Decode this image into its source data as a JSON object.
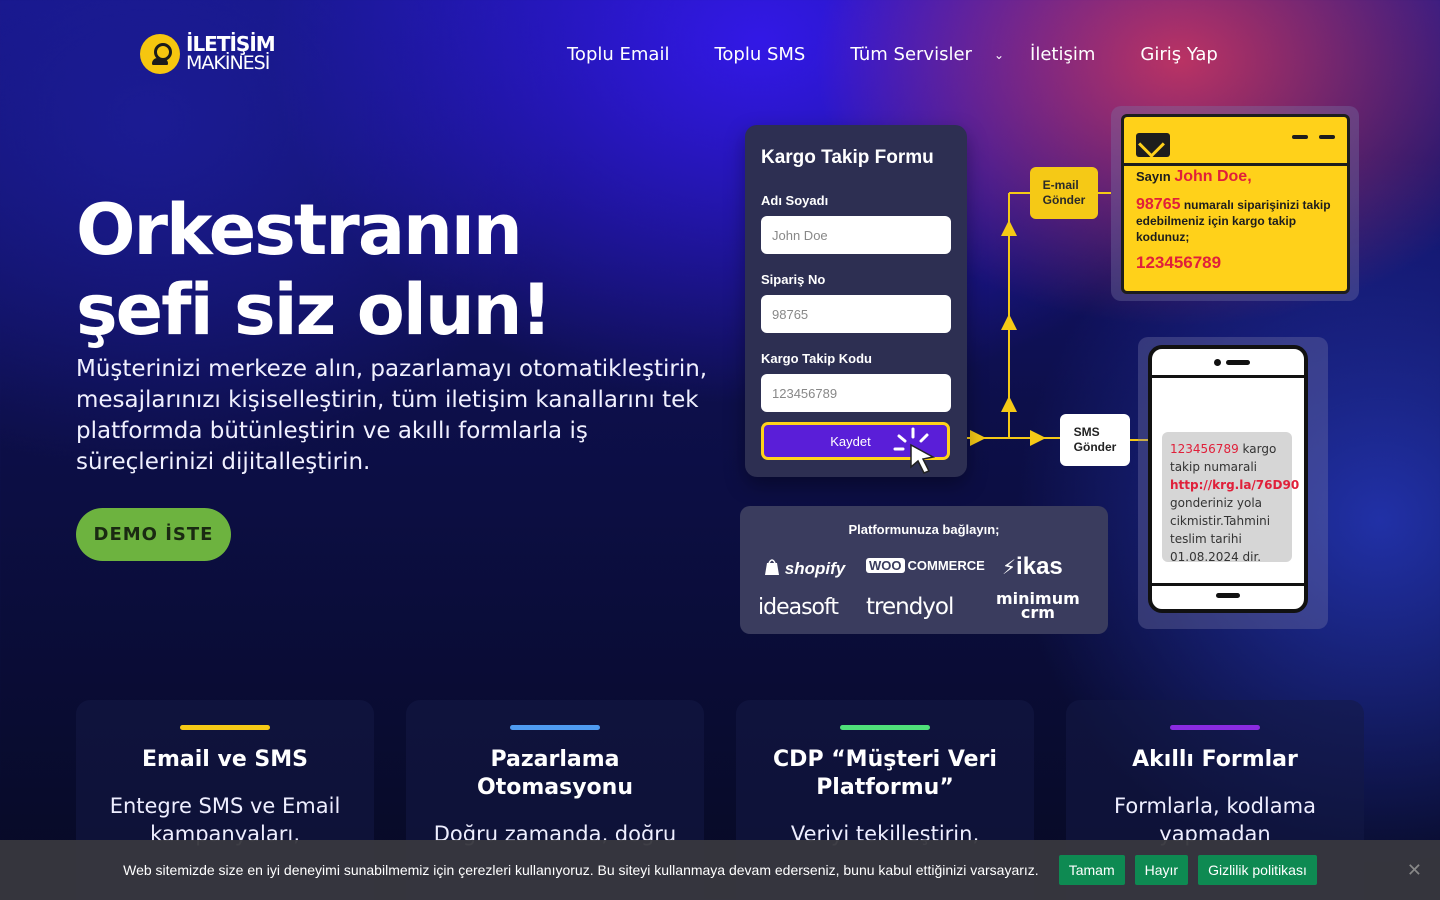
{
  "header": {
    "logo_line1": "İLETİŞİM",
    "logo_line2": "MAKİNESİ",
    "nav": [
      "Toplu Email",
      "Toplu SMS",
      "Tüm Servisler",
      "İletişim",
      "Giriş Yap"
    ]
  },
  "hero": {
    "title_line1": "Orkestranın",
    "title_line2": "şefi siz olun!",
    "description": "Müşterinizi merkeze alın, pazarlamayı otomatikleştirin, mesajlarınızı kişiselleştirin, tüm iletişim kanallarını tek platformda bütünleştirin ve akıllı formlarla iş süreçlerinizi dijitalleştirin.",
    "cta": "DEMO İSTE"
  },
  "form": {
    "title": "Kargo Takip Formu",
    "fields": [
      {
        "label": "Adı Soyadı",
        "value": "John Doe"
      },
      {
        "label": "Sipariş No",
        "value": "98765"
      },
      {
        "label": "Kargo Takip Kodu",
        "value": "123456789"
      }
    ],
    "submit": "Kaydet"
  },
  "flow": {
    "email_tag_l1": "E-mail",
    "email_tag_l2": "Gönder",
    "sms_tag_l1": "SMS",
    "sms_tag_l2": "Gönder"
  },
  "email_preview": {
    "greeting": "Sayın",
    "name": "John Doe,",
    "order_no": "98765",
    "body": "numaralı siparişinizi takip edebilmeniz için kargo takip kodunuz;",
    "code": "123456789"
  },
  "sms_preview": {
    "code": "123456789",
    "text1": " kargo takip numarali",
    "link": "http://krg.la/76D90",
    "text2": "gonderiniz yola cikmistir.Tahmini teslim tarihi 01.08.2024 dir."
  },
  "integrations": {
    "title": "Platformunuza bağlayın;",
    "brands": [
      "shopify",
      "WOO",
      "COMMERCE",
      "ikas",
      "ideasoft",
      "trendyol",
      "minimum",
      "crm"
    ]
  },
  "features": [
    {
      "title": "Email ve SMS",
      "desc": "Entegre SMS ve Email kampanyaları,",
      "accent": "#f5c916"
    },
    {
      "title": "Pazarlama Otomasyonu",
      "desc": "Doğru zamanda, doğru",
      "accent": "#4f9bf0"
    },
    {
      "title": "CDP “Müşteri Veri Platformu”",
      "desc": "Veriyi tekilleştirin,",
      "accent": "#4fe07a"
    },
    {
      "title": "Akıllı Formlar",
      "desc": "Formlarla, kodlama yapmadan",
      "accent": "#8a2be2"
    }
  ],
  "cookie": {
    "text": "Web sitemizde size en iyi deneyimi sunabilmemiz için çerezleri kullanıyoruz. Bu siteyi kullanmaya devam ederseniz, bunu kabul ettiğinizi varsayarız.",
    "accept": "Tamam",
    "reject": "Hayır",
    "policy": "Gizlilik politikası"
  },
  "colors": {
    "accent_yellow": "#f5c916",
    "cta_green": "#6db33f",
    "cookie_button": "#0e8a52",
    "highlight_red": "#e0203a"
  }
}
